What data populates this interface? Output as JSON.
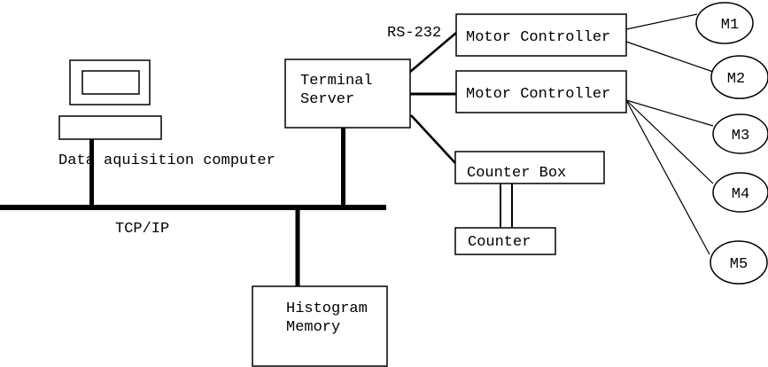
{
  "colors": {
    "background": "#ffffff",
    "ink": "#000000",
    "node_fill": "#ffffff"
  },
  "nodes": {
    "data_acquisition_computer": {
      "label": "Data aquisition computer"
    },
    "terminal_server": {
      "lines": [
        "Terminal",
        "Server"
      ]
    },
    "motor_controller_1": {
      "label": "Motor Controller"
    },
    "motor_controller_2": {
      "label": "Motor Controller"
    },
    "counter_box": {
      "label": "Counter Box"
    },
    "counter": {
      "label": "Counter"
    },
    "histogram_memory": {
      "lines": [
        "Histogram",
        "Memory"
      ]
    }
  },
  "motors": [
    {
      "label": "M1"
    },
    {
      "label": "M2"
    },
    {
      "label": "M3"
    },
    {
      "label": "M4"
    },
    {
      "label": "M5"
    }
  ],
  "link_labels": {
    "serial": "RS-232",
    "network_bus": "TCP/IP"
  }
}
